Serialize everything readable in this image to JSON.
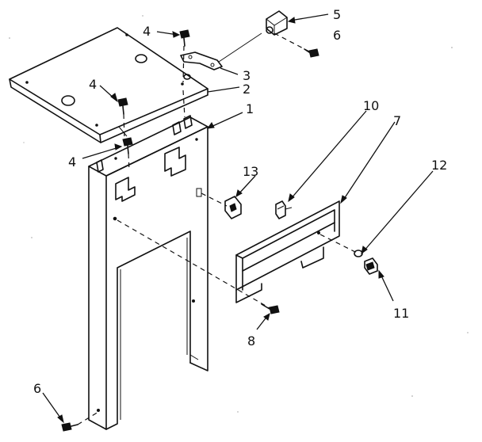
{
  "diagram": {
    "style": "exploded-parts-line-drawing",
    "callouts": [
      {
        "id": "c1",
        "label": "1"
      },
      {
        "id": "c2",
        "label": "2"
      },
      {
        "id": "c3",
        "label": "3"
      },
      {
        "id": "c4a",
        "label": "4"
      },
      {
        "id": "c4b",
        "label": "4"
      },
      {
        "id": "c4c",
        "label": "4"
      },
      {
        "id": "c5",
        "label": "5"
      },
      {
        "id": "c6a",
        "label": "6"
      },
      {
        "id": "c6b",
        "label": "6"
      },
      {
        "id": "c7",
        "label": "7"
      },
      {
        "id": "c8",
        "label": "8"
      },
      {
        "id": "c10",
        "label": "10"
      },
      {
        "id": "c11",
        "label": "11"
      },
      {
        "id": "c12",
        "label": "12"
      },
      {
        "id": "c13",
        "label": "13"
      }
    ]
  }
}
